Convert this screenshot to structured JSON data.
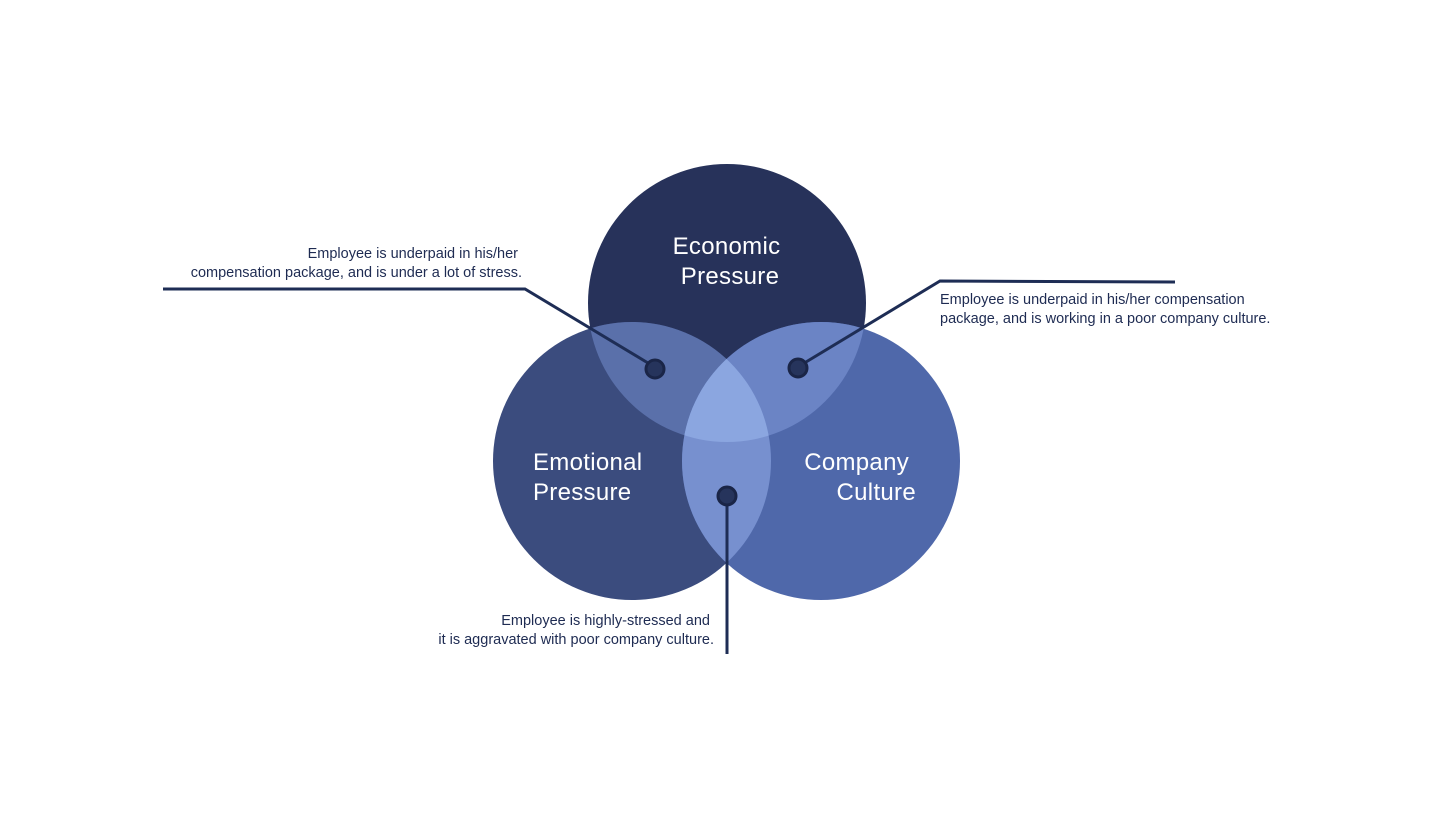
{
  "diagram": {
    "type": "venn",
    "colors": {
      "economic": "#27325a",
      "emotional": "#3b4c7e",
      "company": "#4f68aa",
      "overlap_econ_emo": "#5a70aa",
      "overlap_econ_company": "#6b84c5",
      "overlap_emo_company": "#7790cf",
      "center": "#8ba6e0",
      "leader": "#1e2d55"
    },
    "circles": {
      "economic": {
        "line1": "Economic",
        "line2": "Pressure"
      },
      "emotional": {
        "line1": "Emotional",
        "line2": "Pressure"
      },
      "company": {
        "line1": "Company",
        "line2": "Culture"
      }
    },
    "callouts": {
      "economic_emotional": {
        "line1": "Employee is underpaid in his/her",
        "line2": "compensation package, and is under a lot of stress."
      },
      "economic_company": {
        "line1": "Employee is underpaid in his/her compensation",
        "line2": "package, and is working in a poor company culture."
      },
      "emotional_company": {
        "line1": "Employee is highly-stressed and",
        "line2": "it is aggravated with poor company culture."
      }
    }
  }
}
